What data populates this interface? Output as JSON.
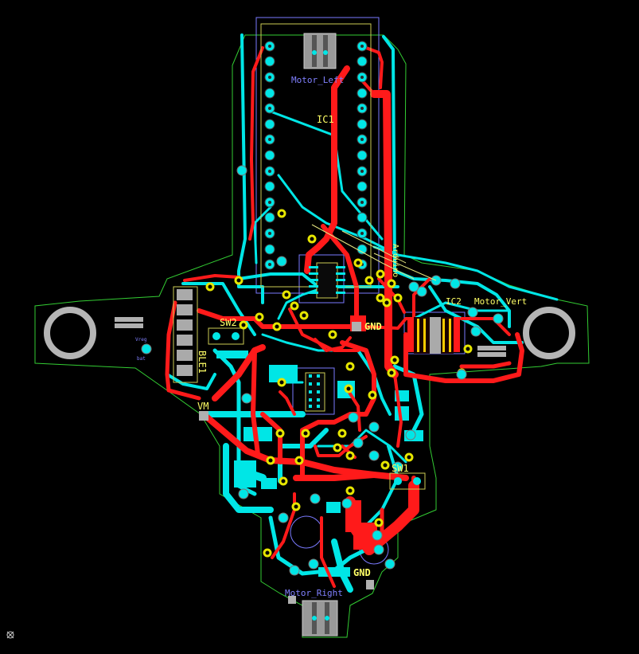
{
  "board": {
    "colors": {
      "background": "#000000",
      "top_copper": "#ff1a1a",
      "bottom_copper": "#00e6e6",
      "outline": "#33cc33",
      "silk": "#ffff66",
      "doc": "#8080ff",
      "via_ring": "#e6e600",
      "pad": "#b0b0b0"
    },
    "labels": {
      "motor_left": "Motor_Left",
      "ic1": "IC1",
      "sw2": "SW2",
      "ble1": "BLE1",
      "vm": "VM",
      "gnd_top": "GND",
      "ic2": "IC2",
      "motor_vert": "Motor_Vert",
      "arduino": "Arduino",
      "sw1": "SW1",
      "gnd_bottom": "GND",
      "motor_right": "Motor_Right",
      "small_a": "Vreg",
      "small_b": "bat"
    },
    "corner_icon": "target-icon"
  }
}
